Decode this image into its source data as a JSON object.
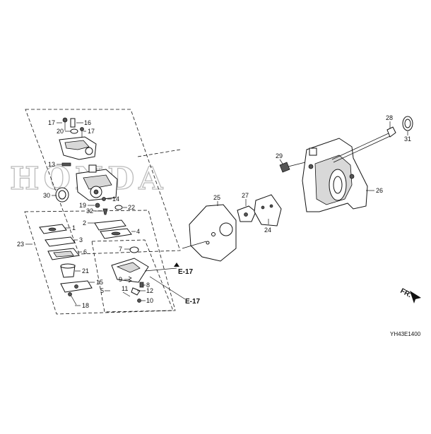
{
  "watermark": "HONDA",
  "diagram_code": "YH43E1400",
  "front_arrow_label": "FR.",
  "ref_labels": [
    "E-17",
    "E-17"
  ],
  "part_numbers": [
    "17",
    "16",
    "20",
    "17",
    "13",
    "30",
    "14",
    "19",
    "22",
    "32",
    "2",
    "1",
    "3",
    "6",
    "4",
    "23",
    "7",
    "21",
    "15",
    "9",
    "8",
    "11",
    "12",
    "5",
    "10",
    "18",
    "25",
    "27",
    "24",
    "29",
    "26",
    "28",
    "31"
  ]
}
